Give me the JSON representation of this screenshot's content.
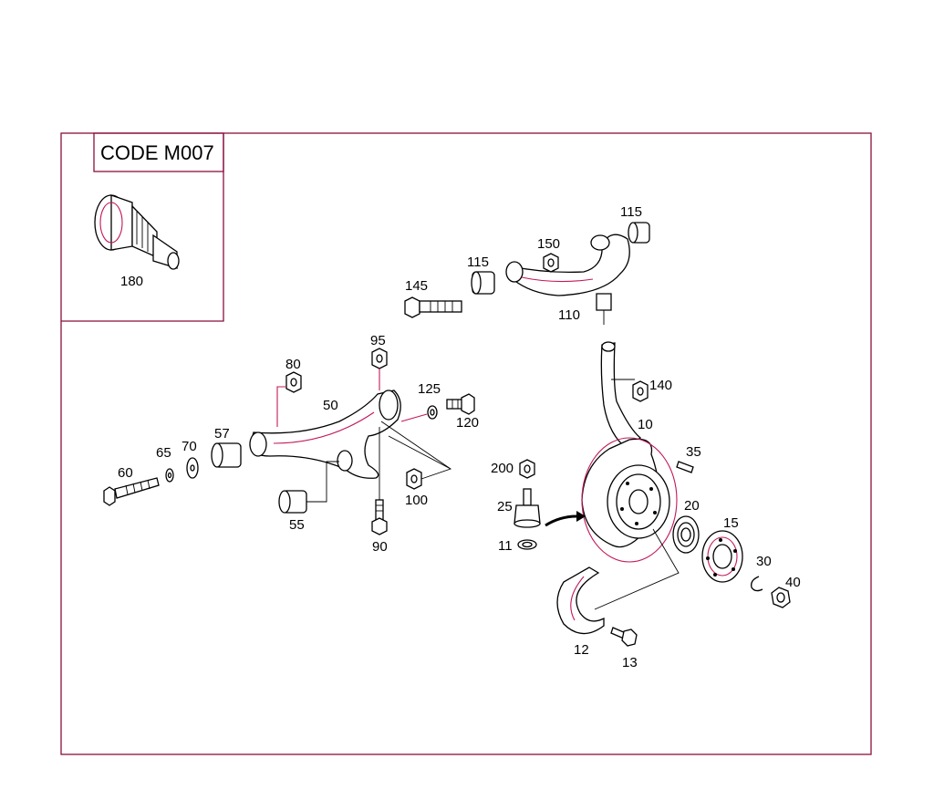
{
  "inset": {
    "code": "CODE M007",
    "part_180": "180"
  },
  "labels": {
    "p10": "10",
    "p11": "11",
    "p12": "12",
    "p13": "13",
    "p15": "15",
    "p20": "20",
    "p25": "25",
    "p30": "30",
    "p35": "35",
    "p40": "40",
    "p50": "50",
    "p55": "55",
    "p57": "57",
    "p60": "60",
    "p65": "65",
    "p70": "70",
    "p80": "80",
    "p90": "90",
    "p95": "95",
    "p100": "100",
    "p110": "110",
    "p115a": "115",
    "p115b": "115",
    "p120": "120",
    "p125": "125",
    "p140": "140",
    "p145": "145",
    "p150": "150",
    "p200": "200"
  },
  "colors": {
    "frame": "#8a0f3c",
    "highlight": "#c2185b",
    "ink": "#000000"
  }
}
